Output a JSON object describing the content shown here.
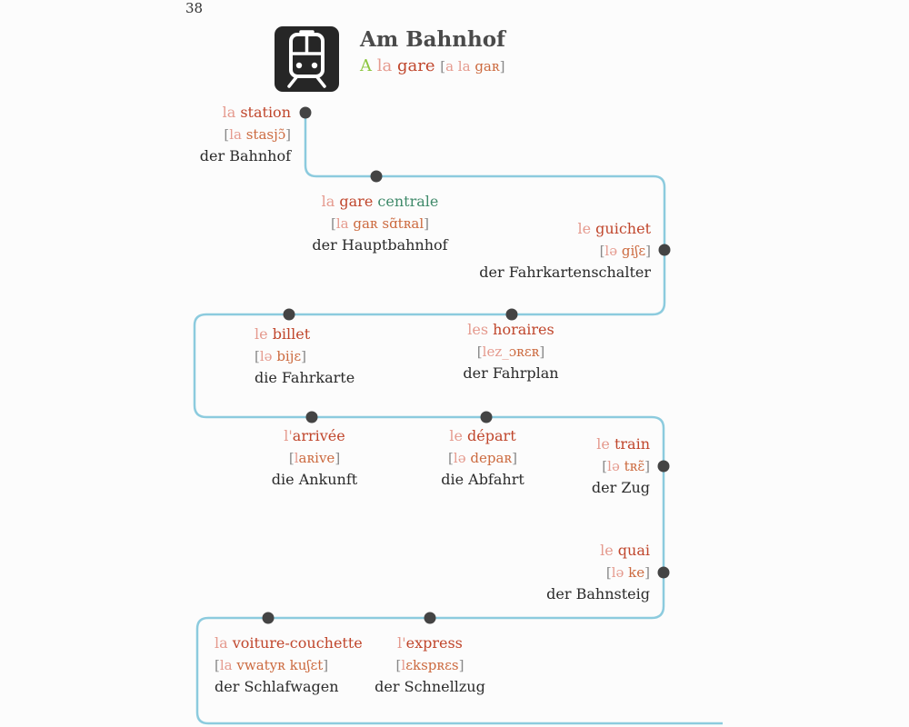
{
  "page_number": "38",
  "header": {
    "title": "Am Bahnhof",
    "subtitle_article_a": "A",
    "subtitle_article_la": "la",
    "subtitle_noun": "gare",
    "subtitle_ipa_article": "a la",
    "subtitle_ipa_noun": "gaʀ",
    "icon": "train-icon"
  },
  "brackets": {
    "open": "[",
    "close": "]"
  },
  "entries": [
    {
      "id": "station",
      "art": "la",
      "noun": "station",
      "adj": "",
      "ipa_art": "la",
      "ipa_noun": "stasjɔ̃",
      "de": "der Bahnhof"
    },
    {
      "id": "gare-centrale",
      "art": "la",
      "noun": "gare",
      "adj": "centrale",
      "ipa_art": "la",
      "ipa_noun": "gaʀ sɑ̃tʀal",
      "de": "der Hauptbahnhof"
    },
    {
      "id": "guichet",
      "art": "le",
      "noun": "guichet",
      "adj": "",
      "ipa_art": "lə",
      "ipa_noun": "giʃɛ",
      "de": "der Fahrkartenschalter"
    },
    {
      "id": "billet",
      "art": "le",
      "noun": "billet",
      "adj": "",
      "ipa_art": "lə",
      "ipa_noun": "bijɛ",
      "de": "die Fahrkarte"
    },
    {
      "id": "horaires",
      "art": "les",
      "noun": "horaires",
      "adj": "",
      "ipa_art": "lez_",
      "ipa_noun": "ɔʀɛʀ",
      "de": "der Fahrplan"
    },
    {
      "id": "arrivee",
      "art": "l'",
      "noun": "arrivée",
      "adj": "",
      "ipa_art": "l",
      "ipa_noun": "aʀive",
      "de": "die Ankunft"
    },
    {
      "id": "depart",
      "art": "le",
      "noun": "départ",
      "adj": "",
      "ipa_art": "lə",
      "ipa_noun": "depaʀ",
      "de": "die Abfahrt"
    },
    {
      "id": "train",
      "art": "le",
      "noun": "train",
      "adj": "",
      "ipa_art": "lə",
      "ipa_noun": "tʀɛ̃",
      "de": "der Zug"
    },
    {
      "id": "quai",
      "art": "le",
      "noun": "quai",
      "adj": "",
      "ipa_art": "lə",
      "ipa_noun": "ke",
      "de": "der Bahnsteig"
    },
    {
      "id": "voiture-couchette",
      "art": "la",
      "noun": "voiture-couchette",
      "adj": "",
      "ipa_art": "la",
      "ipa_noun": "vwatyʀ kuʃɛt",
      "de": "der Schlafwagen"
    },
    {
      "id": "express",
      "art": "l'",
      "noun": "express",
      "adj": "",
      "ipa_art": "l",
      "ipa_noun": "ɛkspʀɛs",
      "de": "der Schnellzug"
    }
  ],
  "colors": {
    "route_line": "#8ccbde",
    "stop_dot": "#444444",
    "article": "#e59a8e",
    "noun": "#c0462c",
    "adjective": "#3f8a6a",
    "ipa": "#cc6a3f",
    "german": "#2a2a2a"
  }
}
